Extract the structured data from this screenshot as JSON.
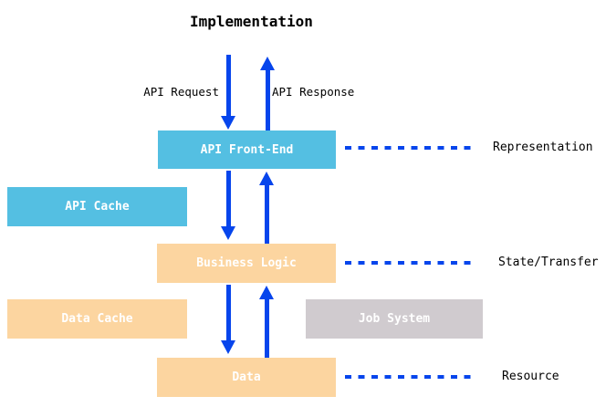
{
  "diagram": {
    "title": "Implementation",
    "flow_labels": {
      "request": "API Request",
      "response": "API Response"
    },
    "boxes": {
      "api_front_end": "API Front-End",
      "api_cache": "API Cache",
      "business_logic": "Business Logic",
      "data_cache": "Data Cache",
      "job_system": "Job System",
      "data": "Data"
    },
    "layer_labels": {
      "representation": "Representation",
      "state_transfer": "State/Transfer",
      "resource": "Resource"
    },
    "colors": {
      "blue_box": "#54bfe2",
      "orange_box": "#fcd5a0",
      "gray_box": "#d0cbcf",
      "arrow_blue": "#0645ec",
      "box_text": "#ffffff",
      "label_text": "#000000"
    }
  }
}
